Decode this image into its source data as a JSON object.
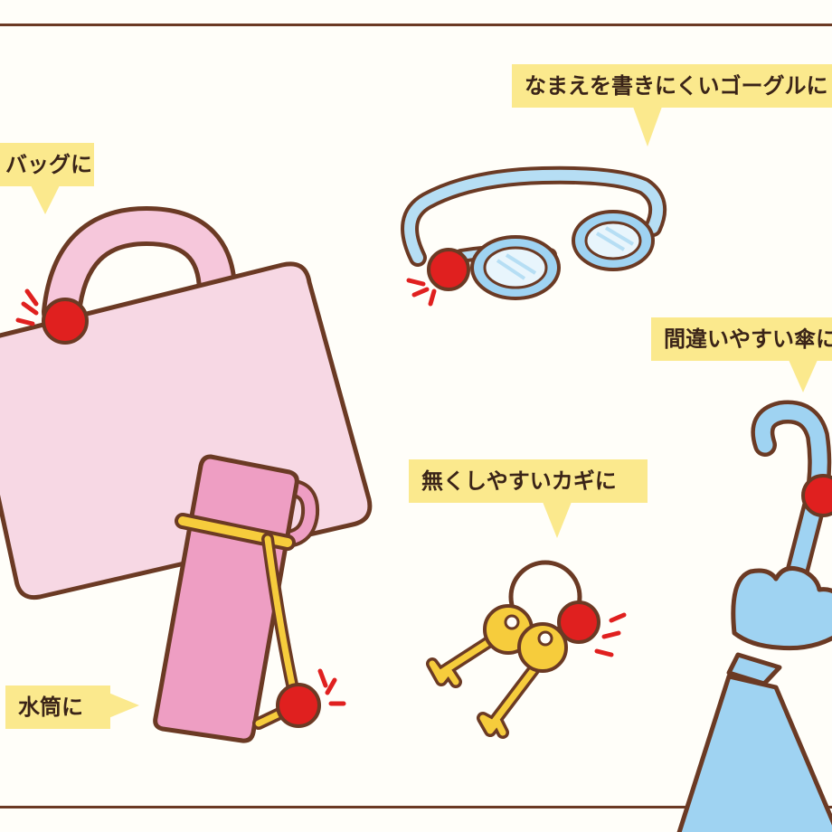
{
  "labels": {
    "bag": "バッグに",
    "goggles": "なまえを書きにくいゴーグルに",
    "umbrella": "間違いやすい傘に",
    "keys": "無くしやすいカギに",
    "bottle": "水筒に"
  },
  "icons": [
    "handbag-icon",
    "water-bottle-icon",
    "swim-goggles-icon",
    "keys-icon",
    "umbrella-icon",
    "red-tag-marker-icon"
  ],
  "colors": {
    "background": "#fffef9",
    "outline": "#6b3a24",
    "callout": "#fbe98d",
    "bag": "#f7d8e4",
    "bottle": "#ee9ec3",
    "goggles": "#b6def4",
    "keys": "#f6cc3c",
    "umbrella": "#9fd3f2",
    "marker": "#e0201f"
  }
}
